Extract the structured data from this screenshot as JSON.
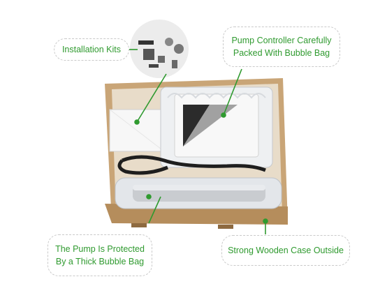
{
  "labels": {
    "installation_kits": "Installation Kits",
    "controller_line1": "Pump Controller Carefully",
    "controller_line2": "Packed With Bubble Bag",
    "pump_line1": "The Pump Is Protected",
    "pump_line2": "By a Thick Bubble Bag",
    "wooden_case": "Strong Wooden Case Outside"
  },
  "colors": {
    "accent_green": "#2f9a2f",
    "dashed_border": "#c9c9c9",
    "wood": "#c9a577"
  },
  "icons": [
    "parts-kit-image",
    "controller-image",
    "pump-image",
    "wooden-box-image",
    "white-box-image",
    "cable-image"
  ]
}
